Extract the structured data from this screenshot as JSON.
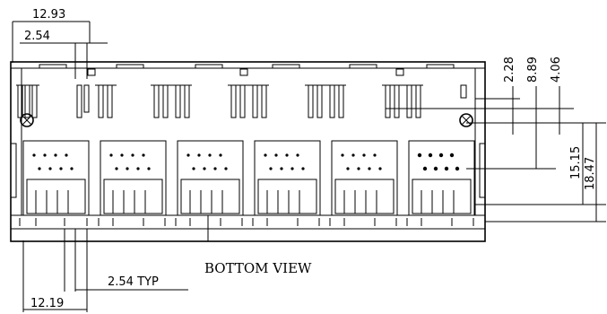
{
  "title": "BOTTOM VIEW",
  "dimensions": {
    "top_span": "12.93",
    "top_pitch": "2.54",
    "right_a": "2.28",
    "right_b": "8.89",
    "right_c": "4.06",
    "right_d": "15.15",
    "right_e": "18.47",
    "pitch_typ": "2.54 TYP",
    "bottom_span": "12.19"
  },
  "ports": 6
}
